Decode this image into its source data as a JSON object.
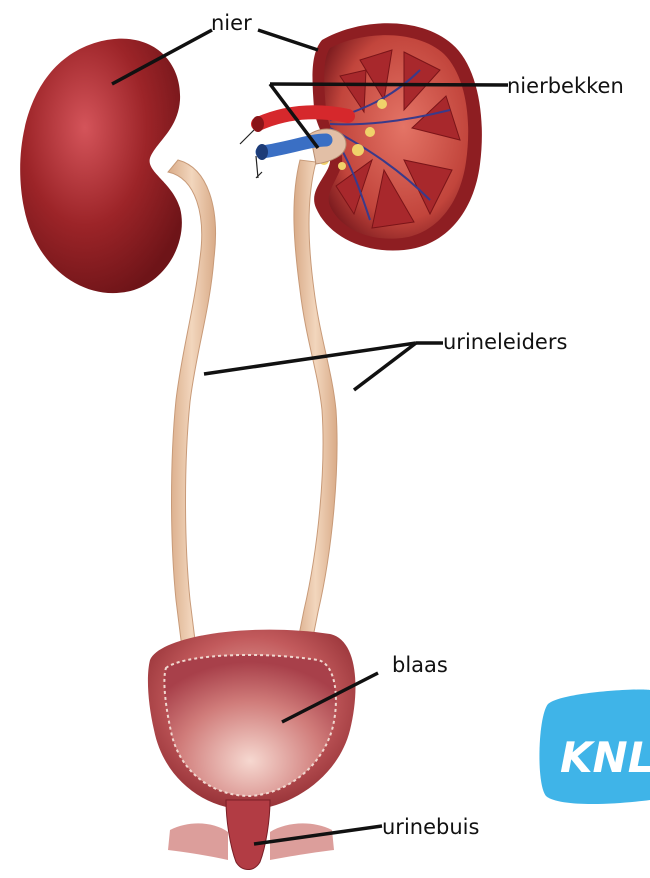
{
  "labels": {
    "nier": "nier",
    "nierbekken": "nierbekken",
    "urineleiders": "urineleiders",
    "blaas": "blaas",
    "urinebuis": "urinebuis"
  },
  "logo": {
    "text": "KNL",
    "color": "#3fb4e8"
  },
  "colors": {
    "kidney": "#8e1e22",
    "kidney_inner": "#c9453e",
    "ureter": "#e8c3a2",
    "bladder": "#a8343a",
    "artery": "#d6282c",
    "vein": "#3a6fc4"
  }
}
